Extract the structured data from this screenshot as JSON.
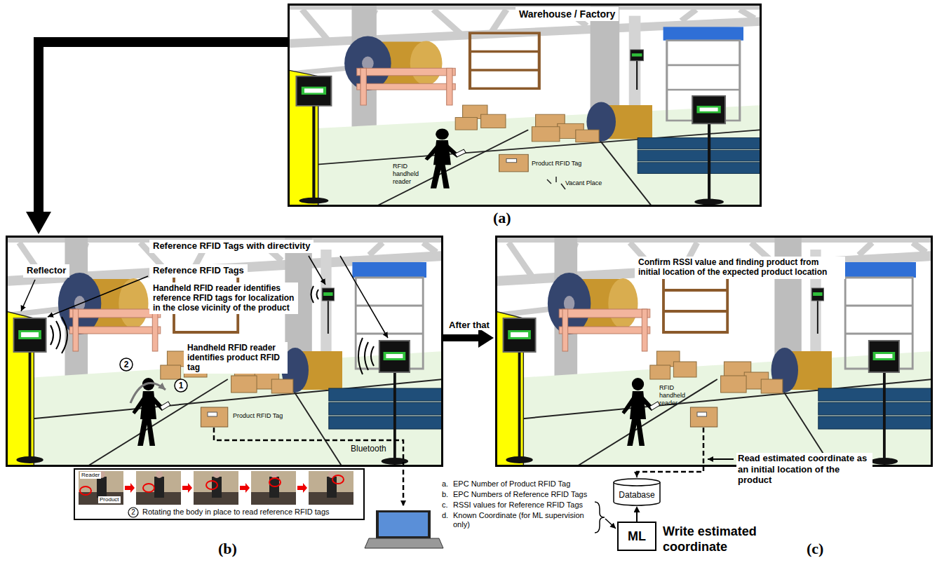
{
  "diagram": {
    "nodes": [
      {
        "text": [
          "(a)"
        ]
      },
      {
        "text": [
          "Warehouse / Factory"
        ],
        "in": 0
      },
      {
        "text": [
          "(b)"
        ]
      },
      {
        "text": [
          "Reference RFID Tags with directivity"
        ],
        "in": 2
      },
      {
        "text": [
          "Reflector"
        ],
        "in": 2
      },
      {
        "text": [
          "Reference RFID Tags"
        ],
        "in": 2
      },
      {
        "text": [
          "Handheld RFID reader identifies reference RFID tags for localization in the close vicinity of the product"
        ],
        "in": 2
      },
      {
        "text": [
          "Handheld RFID reader identifies product RFID tag"
        ],
        "in": 2
      },
      {
        "text": [
          "Rotating the body in place to read reference RFID tags"
        ],
        "in": 2
      },
      {
        "text": [
          "(c)"
        ]
      },
      {
        "text": [
          "Confirm RSSI value and finding product from initial location of the expected product location"
        ],
        "in": 9
      },
      {
        "text": [
          "Database"
        ]
      },
      {
        "text": [
          "ML"
        ]
      }
    ],
    "edges": [
      {
        "from": 0,
        "to": 2,
        "arrow": "to"
      },
      {
        "from": 2,
        "to": 9,
        "label": "After that",
        "arrow": "to"
      },
      {
        "from": 12,
        "to": 11,
        "arrow": "to"
      }
    ],
    "labels": [
      "RFID handheld reader",
      "Product RFID Tag",
      "Vacant Place",
      "2",
      "1",
      "Product RFID Tag",
      "Bluetooth",
      "Reader",
      "Product",
      "2",
      "a.",
      "EPC Number of Product RFID Tag",
      "b.",
      "EPC Numbers of Reference RFID Tags",
      "c.",
      "RSSI values for Reference RFID Tags",
      "d.",
      "Known Coordinate (for ML supervision only)",
      "RFID handheld reader",
      "Read estimated coordinate as an initial location of the product",
      "Write estimated coordinate"
    ]
  }
}
